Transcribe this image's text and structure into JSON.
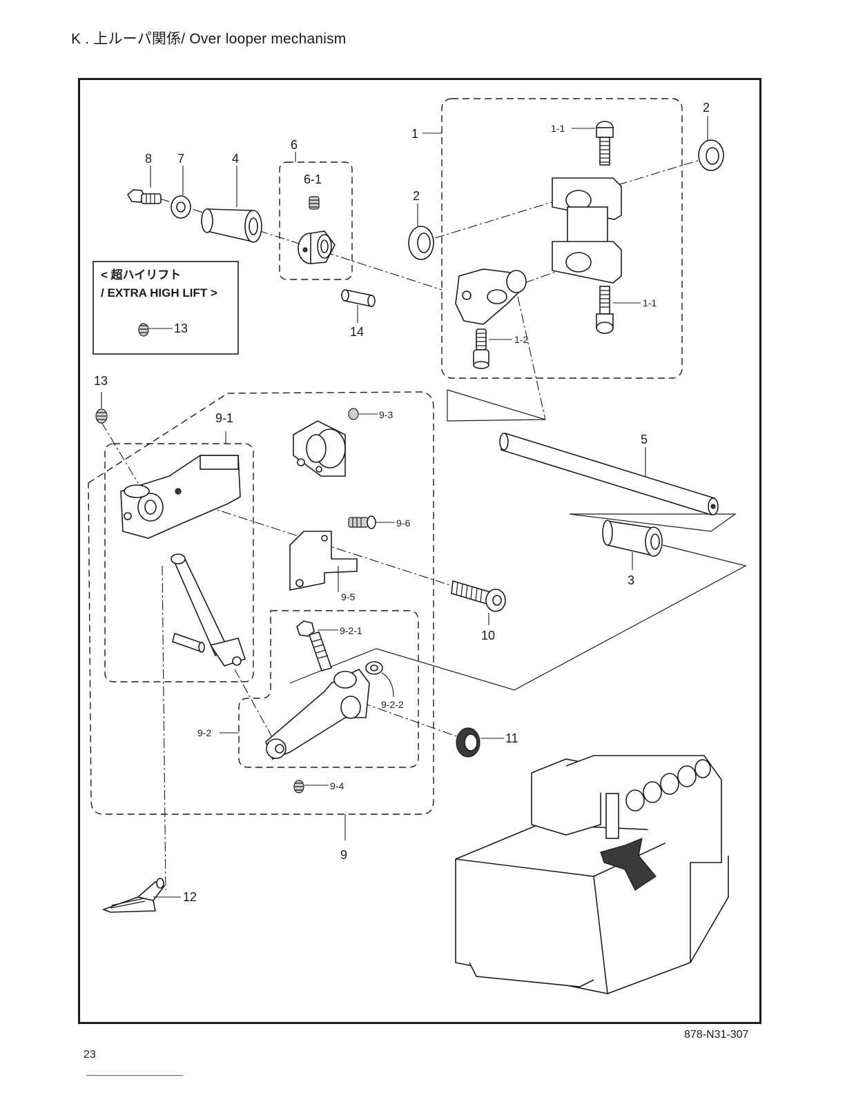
{
  "header": {
    "title": "K . 上ルーパ関係/ Over looper mechanism"
  },
  "callout_box": {
    "line1": "< 超ハイリフト",
    "line2": "/ EXTRA HIGH LIFT >",
    "part_label": "13"
  },
  "parts": {
    "p1": "1",
    "p1_1_top": "1-1",
    "p1_1_bottom": "1-1",
    "p1_2": "1-2",
    "p2_right": "2",
    "p2_left": "2",
    "p3": "3",
    "p4": "4",
    "p5": "5",
    "p6": "6",
    "p6_1": "6-1",
    "p7": "7",
    "p8": "8",
    "p9": "9",
    "p9_1": "9-1",
    "p9_2": "9-2",
    "p9_2_1": "9-2-1",
    "p9_2_2": "9-2-2",
    "p9_3": "9-3",
    "p9_4": "9-4",
    "p9_5": "9-5",
    "p9_6": "9-6",
    "p10": "10",
    "p11": "11",
    "p12": "12",
    "p13": "13",
    "p14": "14"
  },
  "footer": {
    "doc_code": "878-N31-307",
    "page_number": "23"
  }
}
